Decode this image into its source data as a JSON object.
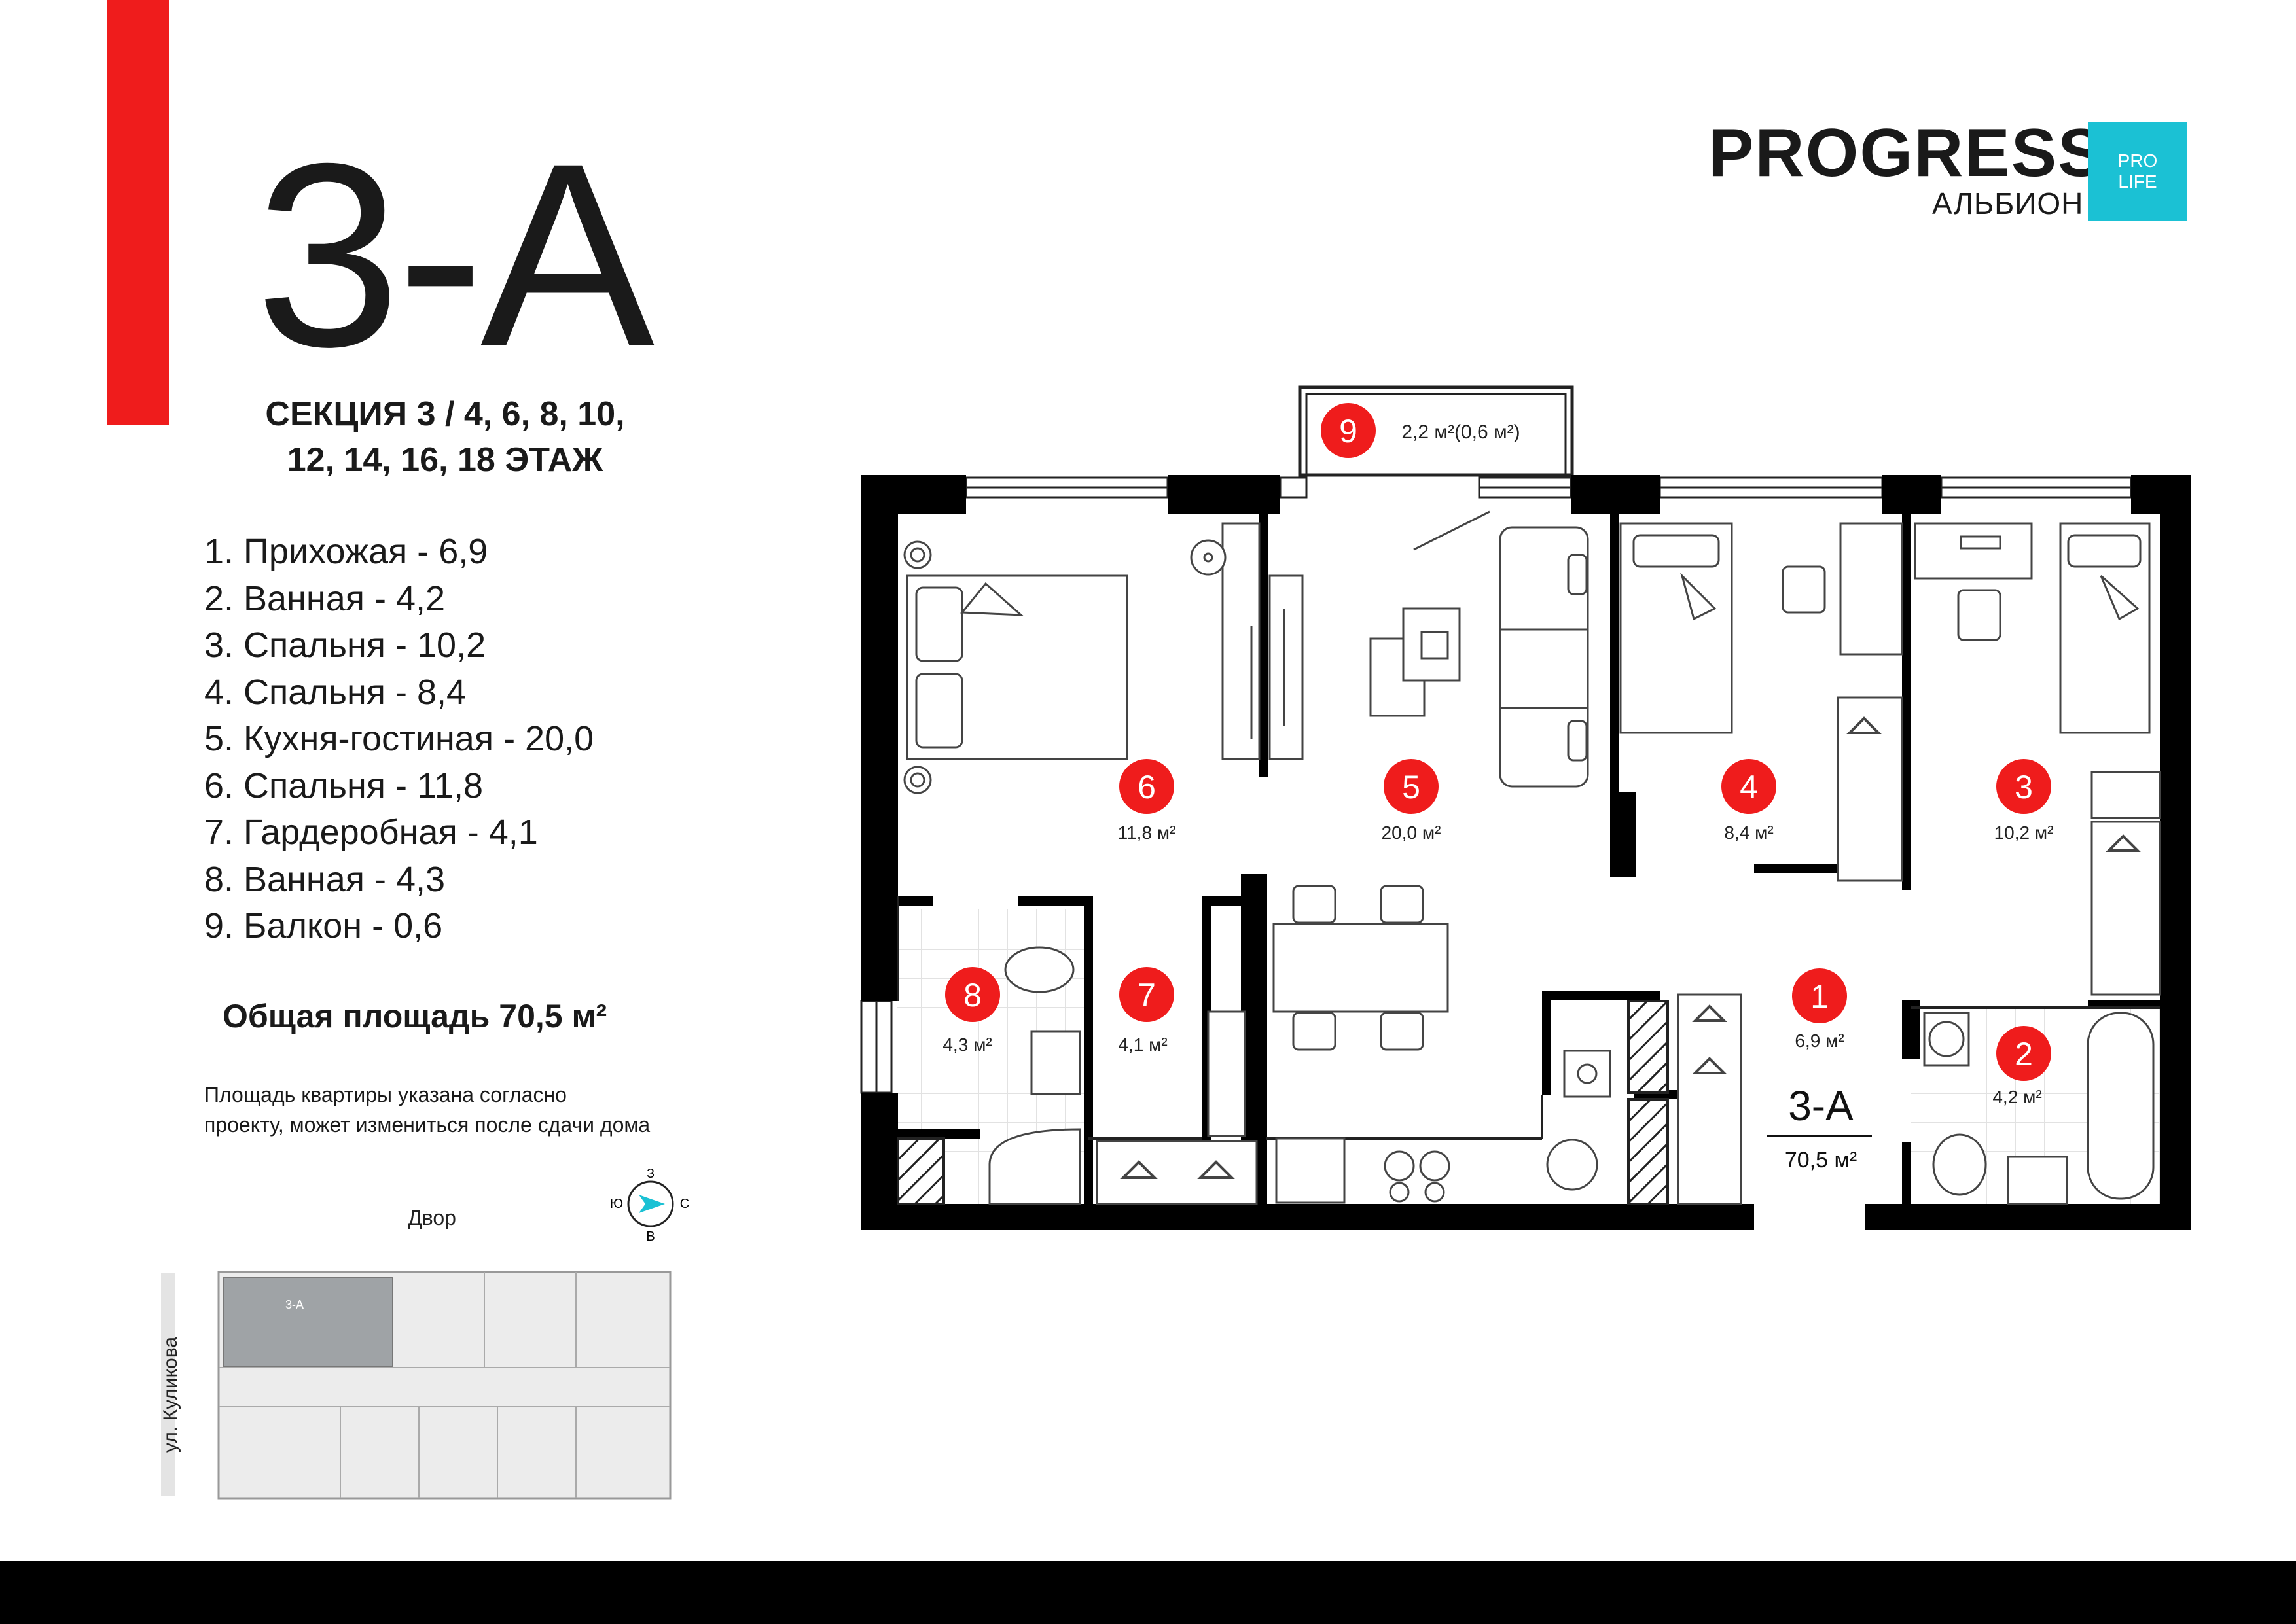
{
  "apartment": {
    "title": "3-А",
    "section": "СЕКЦИЯ 3 / 4, 6, 8, 10,",
    "floors": "12, 14, 16, 18 ЭТАЖ",
    "total_area": "Общая площадь 70,5 м²",
    "note_line1": "Площадь квартиры указана согласно",
    "note_line2": "проекту, может измениться после сдачи дома"
  },
  "rooms_list": [
    "1.  Прихожая - 6,9",
    "2. Ванная - 4,2",
    "3. Спальня - 10,2",
    "4. Спальня - 8,4",
    "5. Кухня-гостиная - 20,0",
    "6. Спальня - 11,8",
    "7. Гардеробная - 4,1",
    "8. Ванная - 4,3",
    "9. Балкон - 0,6"
  ],
  "brand": {
    "name": "PROGRESS",
    "subtitle": "АЛЬБИОН",
    "badge_line1": "PRO",
    "badge_line2": "LIFE",
    "accent_color": "#1bc1d4",
    "red_color": "#ef1c1c"
  },
  "plan": {
    "markers": [
      {
        "num": "1",
        "area": "6,9 м²"
      },
      {
        "num": "2",
        "area": "4,2 м²"
      },
      {
        "num": "3",
        "area": "10,2 м²"
      },
      {
        "num": "4",
        "area": "8,4 м²"
      },
      {
        "num": "5",
        "area": "20,0 м²"
      },
      {
        "num": "6",
        "area": "11,8 м²"
      },
      {
        "num": "7",
        "area": "4,1 м²"
      },
      {
        "num": "8",
        "area": "4,3 м²"
      },
      {
        "num": "9",
        "area": "2,2 м²(0,6 м²)"
      }
    ],
    "center_label": "3-А",
    "center_area": "70,5 м²"
  },
  "site": {
    "yard": "Двор",
    "street": "ул. Куликова",
    "unit_label": "3-А",
    "compass": {
      "n": "С",
      "s": "Ю",
      "e": "В",
      "w": "З"
    }
  }
}
